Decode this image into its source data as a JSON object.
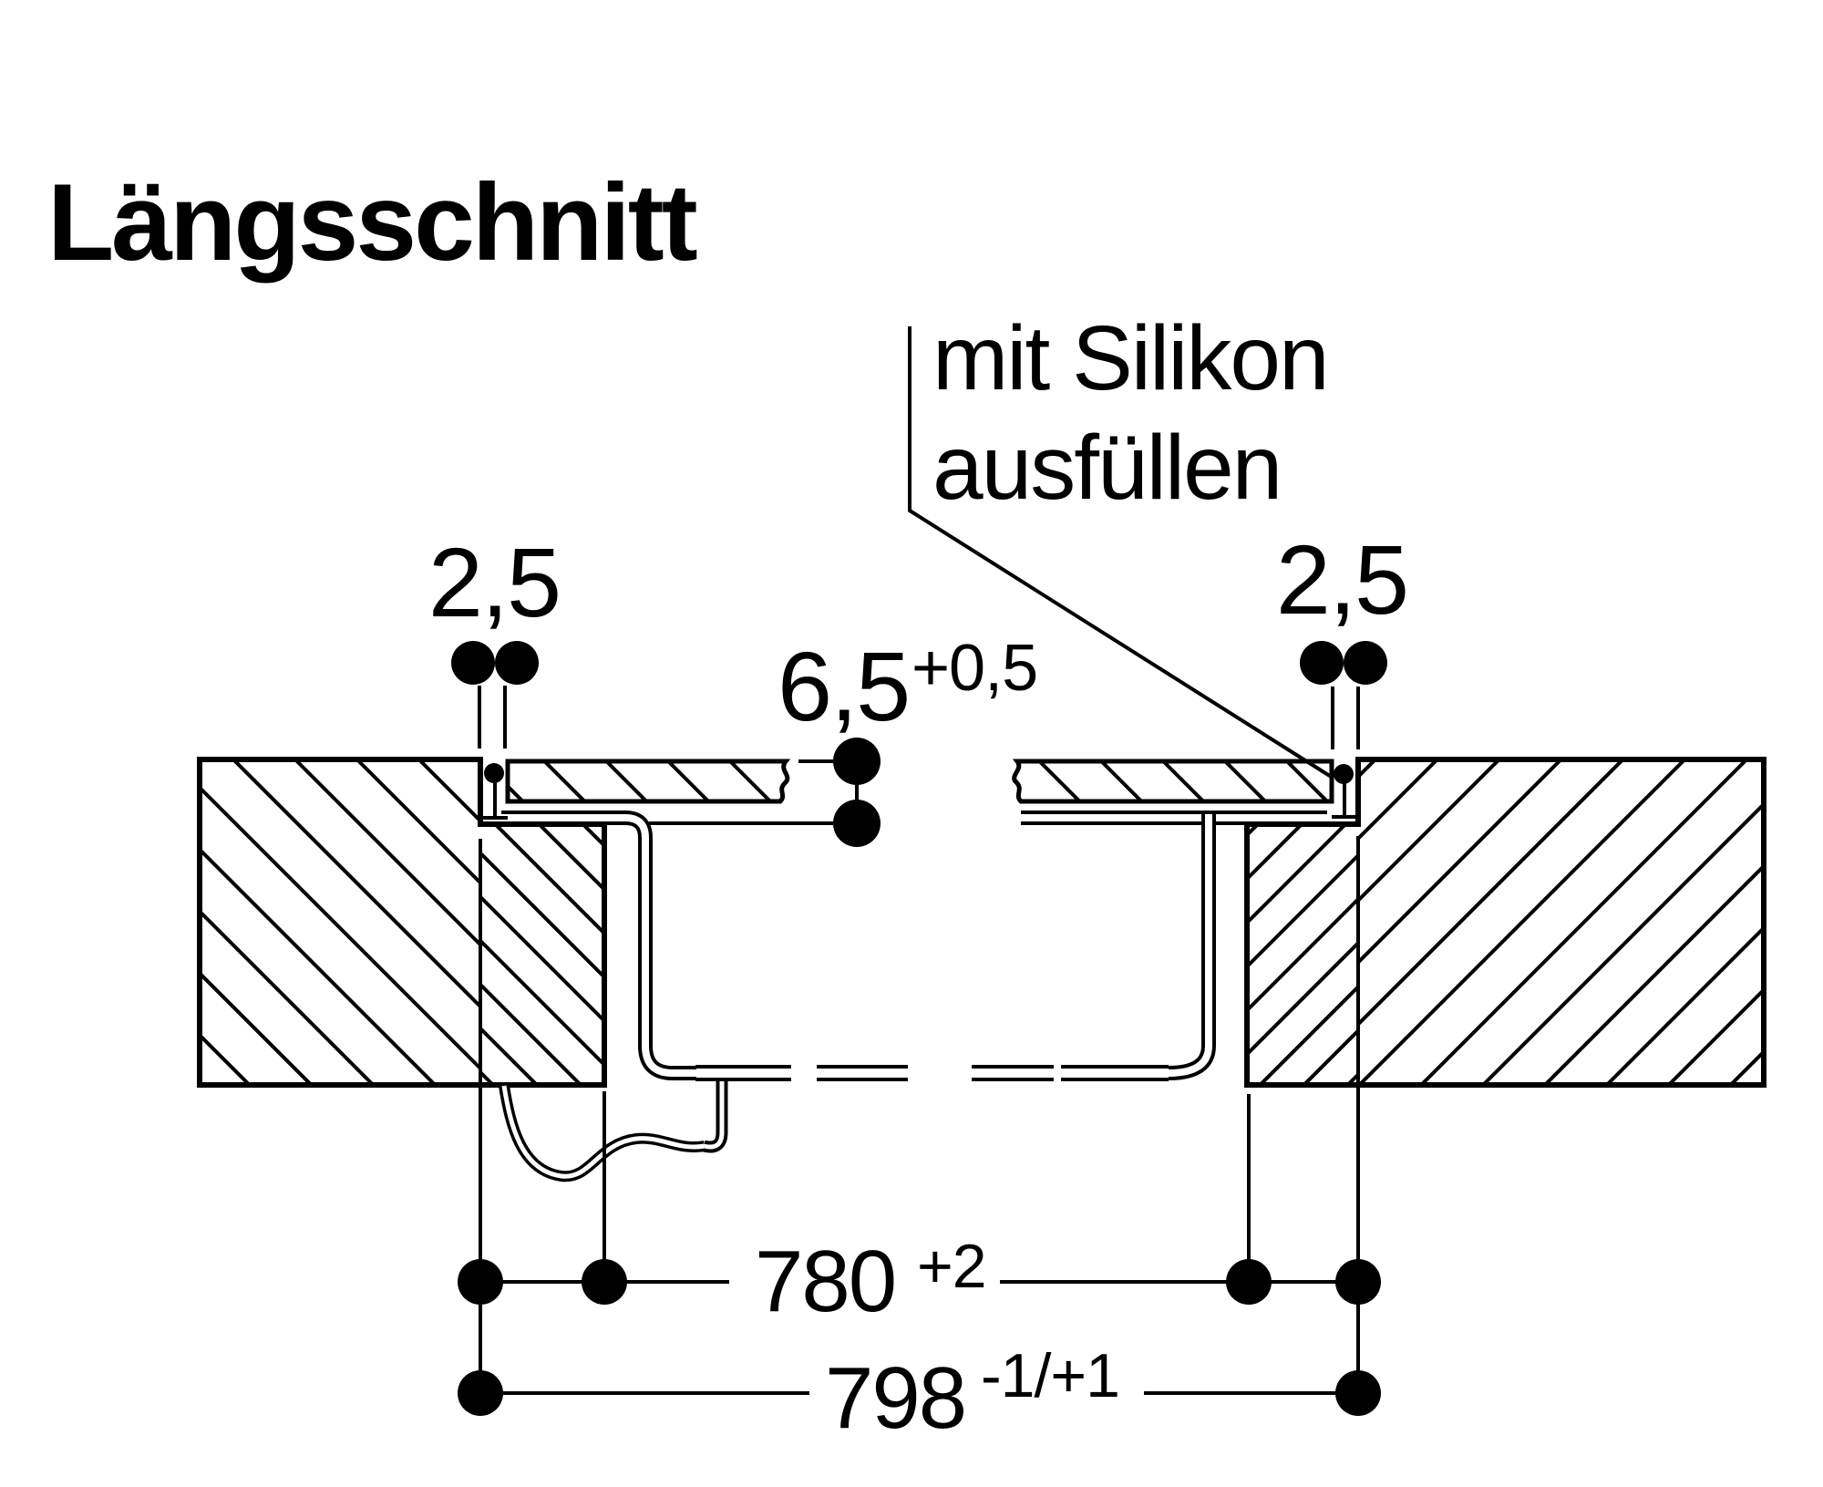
{
  "title": "Längsschnitt",
  "annotation": {
    "line1": "mit Silikon",
    "line2": "ausfüllen"
  },
  "dimensions": {
    "gap_left": {
      "value": "2,5"
    },
    "gap_right": {
      "value": "2,5"
    },
    "recess_depth": {
      "value": "6,5",
      "tolerance": "+0,5"
    },
    "cutout_width": {
      "value": "780",
      "tolerance": "+2"
    },
    "rebate_width": {
      "value": "798",
      "tolerance": "-1/+1"
    }
  },
  "colors": {
    "line": "#000000",
    "background": "#ffffff"
  }
}
